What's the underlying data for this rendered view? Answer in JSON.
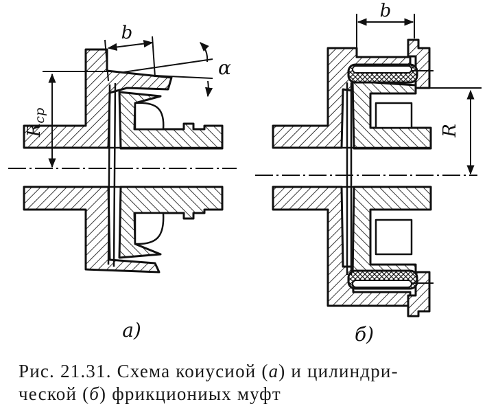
{
  "figure": {
    "coupling_a": {
      "label_b": "b",
      "label_radius_main": "R",
      "label_radius_sub": "ср",
      "label_alpha": "α",
      "sublabel": "а)"
    },
    "coupling_b": {
      "label_b": "b",
      "label_radius": "R",
      "sublabel": "б)"
    }
  },
  "caption": {
    "line1_prefix": "Рис. 21.31. Схема коиусиой (",
    "line1_a": "а",
    "line1_suffix": ") и цилиндри-",
    "line2_prefix": "ческой (",
    "line2_b": "б",
    "line2_suffix": ") фрикциониых муфт"
  },
  "colors": {
    "ink": "#111111",
    "paper": "#ffffff"
  }
}
